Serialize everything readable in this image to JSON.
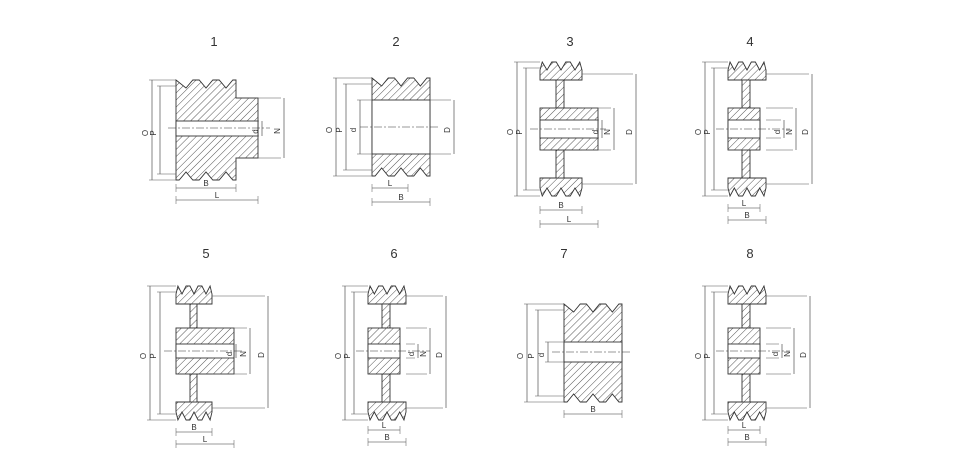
{
  "figures": [
    {
      "number": "1",
      "labels": [
        "O",
        "P",
        "d",
        "N",
        "B",
        "L"
      ]
    },
    {
      "number": "2",
      "labels": [
        "O",
        "P",
        "d",
        "D",
        "L",
        "B"
      ]
    },
    {
      "number": "3",
      "labels": [
        "O",
        "P",
        "d",
        "N",
        "D",
        "B",
        "L"
      ]
    },
    {
      "number": "4",
      "labels": [
        "O",
        "P",
        "d",
        "N",
        "D",
        "L",
        "B"
      ]
    },
    {
      "number": "5",
      "labels": [
        "O",
        "P",
        "d",
        "N",
        "D",
        "B",
        "L"
      ]
    },
    {
      "number": "6",
      "labels": [
        "O",
        "P",
        "d",
        "N",
        "D",
        "L",
        "B"
      ]
    },
    {
      "number": "7",
      "labels": [
        "O",
        "P",
        "d",
        "B"
      ]
    },
    {
      "number": "8",
      "labels": [
        "O",
        "P",
        "d",
        "N",
        "D",
        "L",
        "B"
      ]
    }
  ]
}
